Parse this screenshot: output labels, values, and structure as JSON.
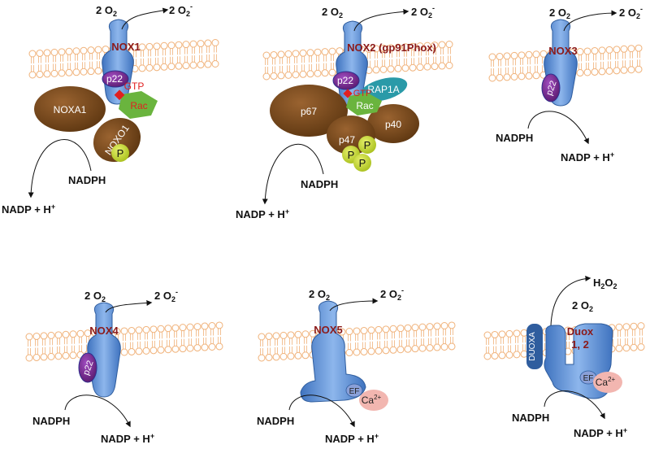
{
  "colors": {
    "membrane": "#f0b27a",
    "nox_blue": "#5b8fd4",
    "nox_label": "#8b1a1a",
    "p22": "#7b2d8e",
    "brown": "#7a4a1c",
    "rac_green": "#6ab43e",
    "rap_teal": "#2a9aa8",
    "p_yellow": "#c8dc3a",
    "ca_pink": "#f2b6b0",
    "gtp_red": "#e02020"
  },
  "reactants": {
    "o2": "2 O",
    "o2_sub": "2",
    "superoxide": "2 O",
    "superoxide_sub": "2",
    "superoxide_sup": "-",
    "nadph": "NADPH",
    "nadp": "NADP + H",
    "nadp_sup": "+",
    "h2o2": "H",
    "h2o2_sub1": "2",
    "h2o2_o": "O",
    "h2o2_sub2": "2"
  },
  "panels": {
    "nox1": {
      "name": "NOX1",
      "p22": "p22",
      "gtp": "GTP",
      "rac": "Rac",
      "noxa1": "NOXA1",
      "noxo1": "NOXO1",
      "p": "P"
    },
    "nox2": {
      "name": "NOX2 (gp91Phox)",
      "p22": "p22",
      "gtp": "GTP",
      "rap1a": "RAP1A",
      "rac": "Rac",
      "p67": "p67",
      "p47": "p47",
      "p40": "p40",
      "p": "P"
    },
    "nox3": {
      "name": "NOX3",
      "p22": "p22"
    },
    "nox4": {
      "name": "NOX4",
      "p22": "p22"
    },
    "nox5": {
      "name": "NOX5",
      "ef": "EF",
      "ca": "Ca",
      "ca_sup": "2+"
    },
    "duox": {
      "name_line1": "Duox",
      "name_line2": "1, 2",
      "duoxa": "DUOXA",
      "ef": "EF",
      "ca": "Ca",
      "ca_sup": "2+"
    }
  }
}
